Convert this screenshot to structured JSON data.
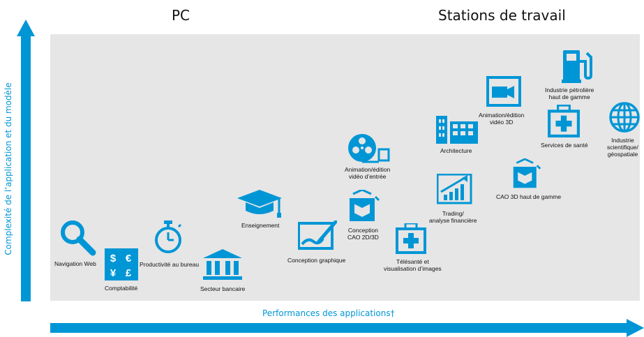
{
  "header": {
    "title_fragment": "",
    "pc_label": "PC",
    "workstation_label": "Stations de travail"
  },
  "axes": {
    "y_label": "Complexité de l’application et du modèle",
    "x_label": "Performances des applications†",
    "color": "#0096d6"
  },
  "applications": [
    {
      "id": "nav",
      "line1": "Navigation Web",
      "line2": "",
      "icon": "magnifier-icon"
    },
    {
      "id": "compta",
      "line1": "Comptabilité",
      "line2": "",
      "icon": "currency-icon",
      "symbols": [
        "$",
        "€",
        "¥",
        "£"
      ]
    },
    {
      "id": "prod",
      "line1": "Productivité au bureau",
      "line2": "",
      "icon": "stopwatch-icon"
    },
    {
      "id": "banque",
      "line1": "Secteur bancaire",
      "line2": "",
      "icon": "bank-icon"
    },
    {
      "id": "ens",
      "line1": "Enseignement",
      "line2": "",
      "icon": "graduation-cap-icon"
    },
    {
      "id": "graph",
      "line1": "Conception graphique",
      "line2": "",
      "icon": "drawing-tablet-icon"
    },
    {
      "id": "cao",
      "line1": "Conception",
      "line2": "CAO 2D/3D",
      "icon": "cad-cube-icon"
    },
    {
      "id": "anim1",
      "line1": "Animation/édition",
      "line2": "vidéo d’entrée",
      "icon": "film-reel-icon"
    },
    {
      "id": "tele",
      "line1": "Télésanté et",
      "line2": "visualisation d’images",
      "icon": "medical-kit-icon"
    },
    {
      "id": "trading",
      "line1": "Trading/",
      "line2": "analyse financière",
      "icon": "bar-chart-icon"
    },
    {
      "id": "archi",
      "line1": "Architecture",
      "line2": "",
      "icon": "buildings-icon"
    },
    {
      "id": "anim3d",
      "line1": "Animation/édition",
      "line2": "vidéo 3D",
      "icon": "video-camera-icon"
    },
    {
      "id": "caohg",
      "line1": "CAO 3D haut de gamme",
      "line2": "",
      "icon": "cad-cube-icon"
    },
    {
      "id": "sante",
      "line1": "Services de santé",
      "line2": "",
      "icon": "medical-kit-icon"
    },
    {
      "id": "petrole",
      "line1": "Industrie pétrolière",
      "line2": "haut de gamme",
      "icon": "fuel-pump-icon"
    },
    {
      "id": "geo",
      "line1": "Industrie",
      "line2": "scientifique/",
      "line3": "géospatiale",
      "icon": "globe-icon"
    }
  ]
}
